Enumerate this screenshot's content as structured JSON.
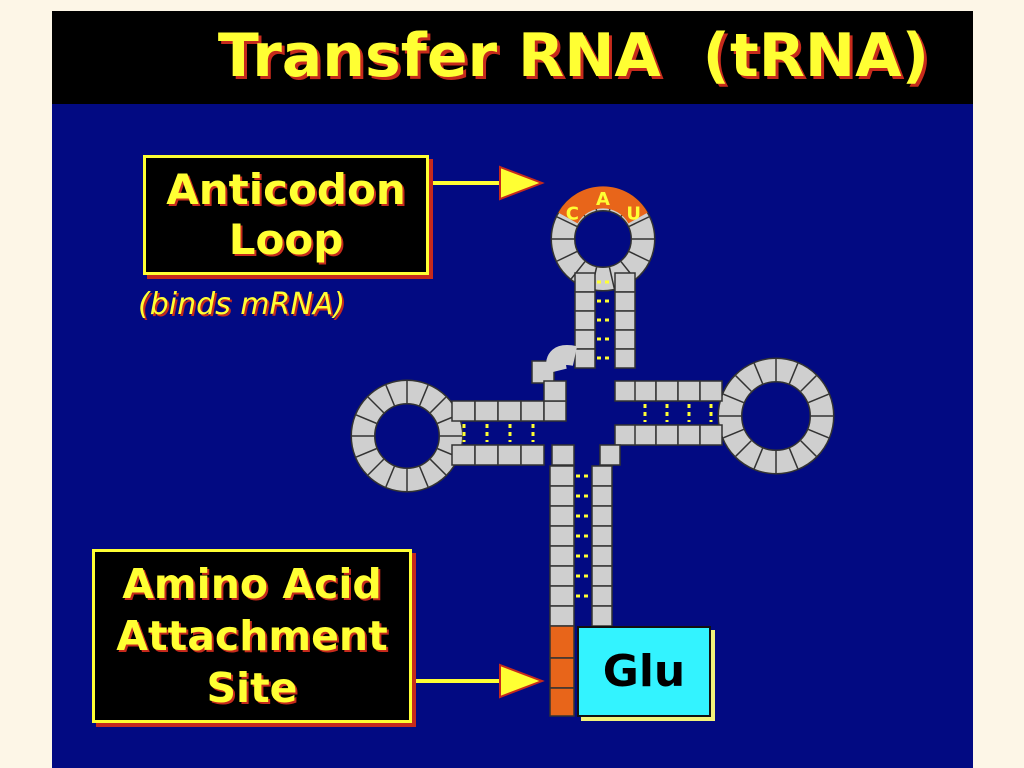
{
  "title": "Transfer RNA  (tRNA)",
  "anticodon_label": {
    "line1": "Anticodon",
    "line2": "Loop"
  },
  "anticodon_note": "(binds mRNA)",
  "amino_label": {
    "line1": "Amino Acid",
    "line2": "Attachment",
    "line3": "Site"
  },
  "anticodon_letters": [
    "C",
    "A",
    "U"
  ],
  "amino_acid": "Glu",
  "colors": {
    "background": "#020a82",
    "title_bar": "#000000",
    "label_text": "#ffff33",
    "label_shadow": "#c62a1c",
    "nucleotide": "#cfcfcf",
    "anticodon_highlight": "#e8651a",
    "amino_acid_box": "#33f3ff"
  }
}
